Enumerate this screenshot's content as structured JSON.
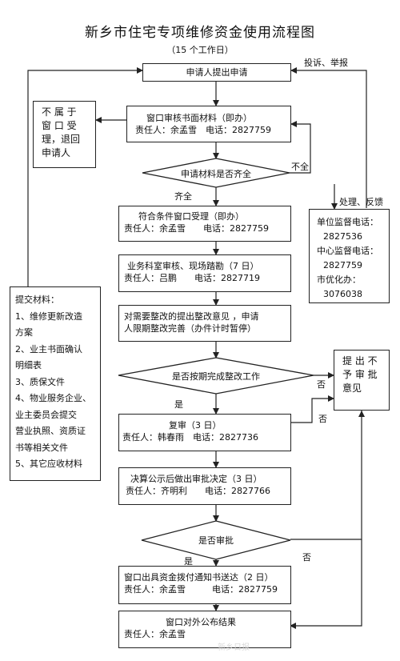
{
  "header": {
    "title": "新乡市住宅专项维修资金使用流程图",
    "subtitle": "（15 个工作日）"
  },
  "nodes": {
    "apply": "申请人提出申请",
    "review": {
      "title": "窗口审核书面材料（即办）",
      "person": "责任人：余孟雪　电话：2827759"
    },
    "reject": [
      "不 属 于",
      "窗 口 受",
      "理，退回",
      "申请人"
    ],
    "decision_complete": "申请材料是否齐全",
    "accept": {
      "title": "符合条件窗口受理（即办）",
      "person": "责任人：余孟雪　　电话：2827759"
    },
    "field_check": {
      "title": "业务科室审核、现场踏勘（7 日）",
      "person": "责任人：吕鹏　　电话：2827719"
    },
    "rectify": [
      "对需要整改的提出整改意见 ，申请",
      "人限期整改完善（办件计时暂停）"
    ],
    "decision_rectify": "是否按期完成整改工作",
    "recheck": {
      "title": "复审（3 日）",
      "person": "责任人：韩春雨　电话：2827736"
    },
    "decide": {
      "title": "决算公示后做出审批决定（3 日）",
      "person": "责任人：齐明利　　电话：2827766"
    },
    "decision_approve": "是否审批",
    "notice": {
      "title": "窗口出具资金拨付通知书送达（2 日）",
      "person": "责任人：余孟雪　　　电话：2827759"
    },
    "publish": {
      "title": "窗口对外公布结果",
      "person": "责任人：余孟雪"
    },
    "deny": [
      "提 出 不",
      "予 审 批",
      "意见"
    ],
    "supervise": [
      "单位监督电话：",
      "2827536",
      "中心监督电话：",
      "2827759",
      "市优化办：",
      "3076038"
    ],
    "materials": [
      "提交材料：",
      "1、维修更新改造",
      "方案",
      "2、业主书面确认",
      "明细表",
      "3、质保文件",
      "4、物业服务企业、",
      "业主委员会提交",
      "营业执照、资质证",
      "书等相关文件",
      "5、其它应收材料"
    ]
  },
  "labels": {
    "complaint": "投诉、举报",
    "handle": "处理、反馈",
    "incomplete": "不全",
    "complete": "齐全",
    "no1": "否",
    "no2": "否",
    "yes1": "是",
    "yes2": "是",
    "no3": "否"
  },
  "watermark": "新乡日报"
}
